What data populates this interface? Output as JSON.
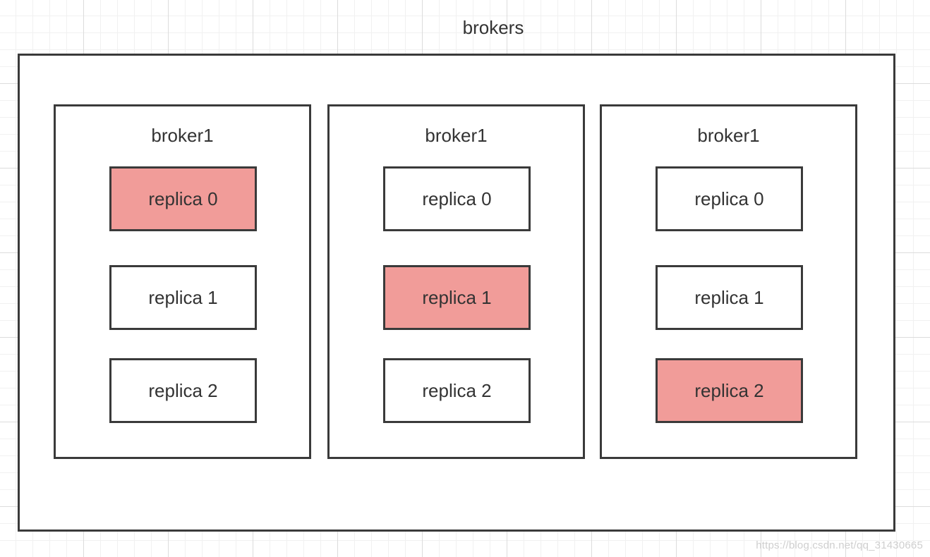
{
  "title": "brokers",
  "brokers": [
    {
      "label": "broker1",
      "replicas": [
        {
          "label": "replica 0",
          "highlighted": true
        },
        {
          "label": "replica 1",
          "highlighted": false
        },
        {
          "label": "replica 2",
          "highlighted": false
        }
      ]
    },
    {
      "label": "broker1",
      "replicas": [
        {
          "label": "replica 0",
          "highlighted": false
        },
        {
          "label": "replica 1",
          "highlighted": true
        },
        {
          "label": "replica 2",
          "highlighted": false
        }
      ]
    },
    {
      "label": "broker1",
      "replicas": [
        {
          "label": "replica 0",
          "highlighted": false
        },
        {
          "label": "replica 1",
          "highlighted": false
        },
        {
          "label": "replica 2",
          "highlighted": true
        }
      ]
    }
  ],
  "highlight_color": "#f19c99",
  "watermark": "https://blog.csdn.net/qq_31430665"
}
